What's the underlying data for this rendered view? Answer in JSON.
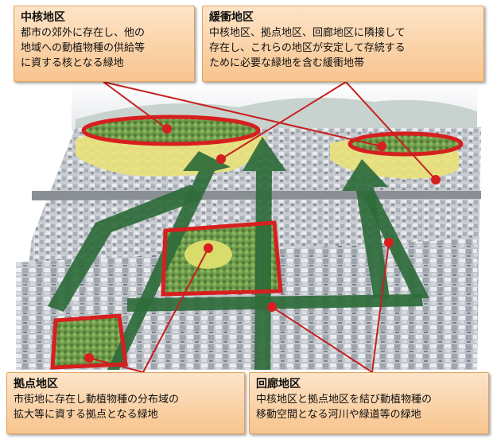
{
  "callouts": {
    "core": {
      "title": "中核地区",
      "body": "都市の郊外に存在し、他の\n地域への動植物種の供給等\nに資する核となる緑地"
    },
    "buffer": {
      "title": "緩衝地区",
      "body": "中核地区、拠点地区、回廊地区に隣接して\n存在し、これらの地区が安定して存続する\nために必要な緑地を含む緩衝地帯"
    },
    "hub": {
      "title": "拠点地区",
      "body": "市街地に存在し動植物種の分布域の\n拡大等に資する拠点となる緑地"
    },
    "corridor": {
      "title": "回廊地区",
      "body": "中核地区と拠点地区を結び動植物種の\n移動空間となる河川や緑道等の緑地"
    }
  },
  "colors": {
    "highlight": "#d61f1f",
    "corridor_green": "#2e6b3a",
    "buffer_yellow": "#e9e27a",
    "callout_fill": "#f8c48e"
  }
}
